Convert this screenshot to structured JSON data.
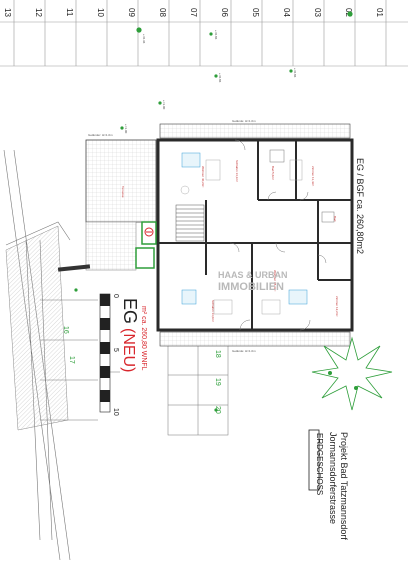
{
  "grid_numbers": [
    "13",
    "12",
    "11",
    "10",
    "09",
    "08",
    "07",
    "06",
    "05",
    "04",
    "03",
    "02",
    "01"
  ],
  "title_area": "EG / BGF ca. 260,80m2",
  "project": {
    "line1": "Projekt Bad Tatzmannsdorf",
    "line2": "Jormannsdorferstrasse",
    "floor": "ERDGESCHOSS"
  },
  "watermark": {
    "line1": "HAAS & URBAN",
    "line2": "IMMOBILIEN"
  },
  "eg_label": {
    "prefix": "EG",
    "suffix": "(NEU)",
    "area": "m² ca. 260,80 WNFL"
  },
  "scale_labels": [
    "0",
    "5",
    "10"
  ],
  "parking": [
    "16",
    "17",
    "18",
    "19",
    "20"
  ],
  "colors": {
    "wall": "#2a2a2a",
    "green": "#2e9e3a",
    "red": "#d8262c",
    "grid": "#9a9a9a",
    "accent_blue": "#3aa0d8"
  }
}
